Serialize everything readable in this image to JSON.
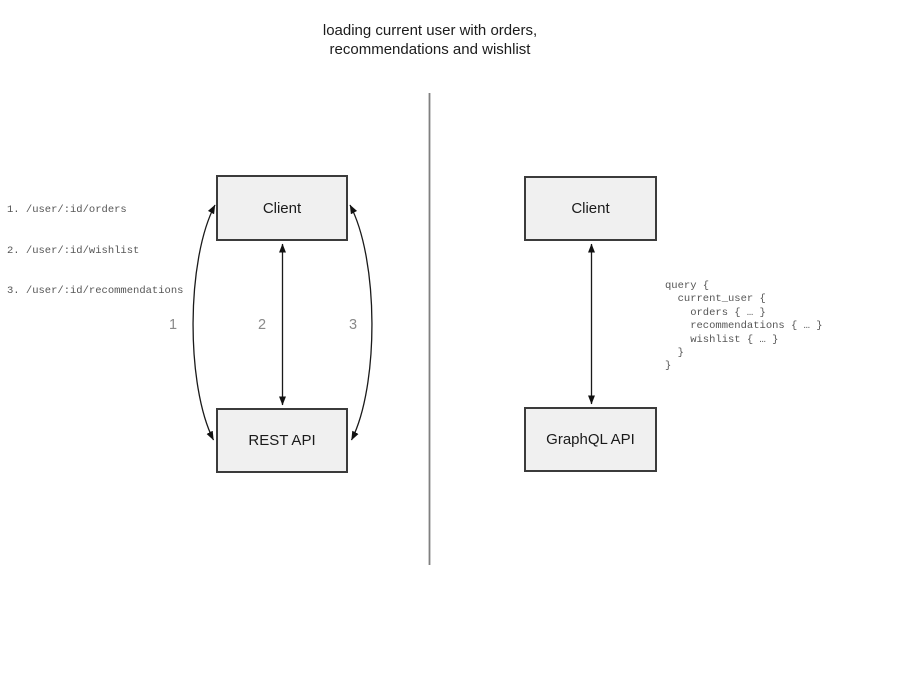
{
  "title": {
    "line1": "loading current user with orders,",
    "line2": "recommendations and wishlist"
  },
  "left_panel": {
    "endpoints": [
      "1. /user/:id/orders",
      "2. /user/:id/wishlist",
      "3. /user/:id/recommendations"
    ],
    "client_label": "Client",
    "api_label": "REST API",
    "arrow_labels": [
      "1",
      "2",
      "3"
    ]
  },
  "right_panel": {
    "client_label": "Client",
    "api_label": "GraphQL API",
    "query_code": "query {\n  current_user {\n    orders { … }\n    recommendations { … }\n    wishlist { … }\n  }\n}"
  },
  "colors": {
    "box_fill": "#f0f0f0",
    "box_border": "#3b3b3b",
    "arrow": "#1a1a1a",
    "divider": "#808080",
    "muted_text": "#565656",
    "arrow_number_gray": "#8a8a8a"
  }
}
